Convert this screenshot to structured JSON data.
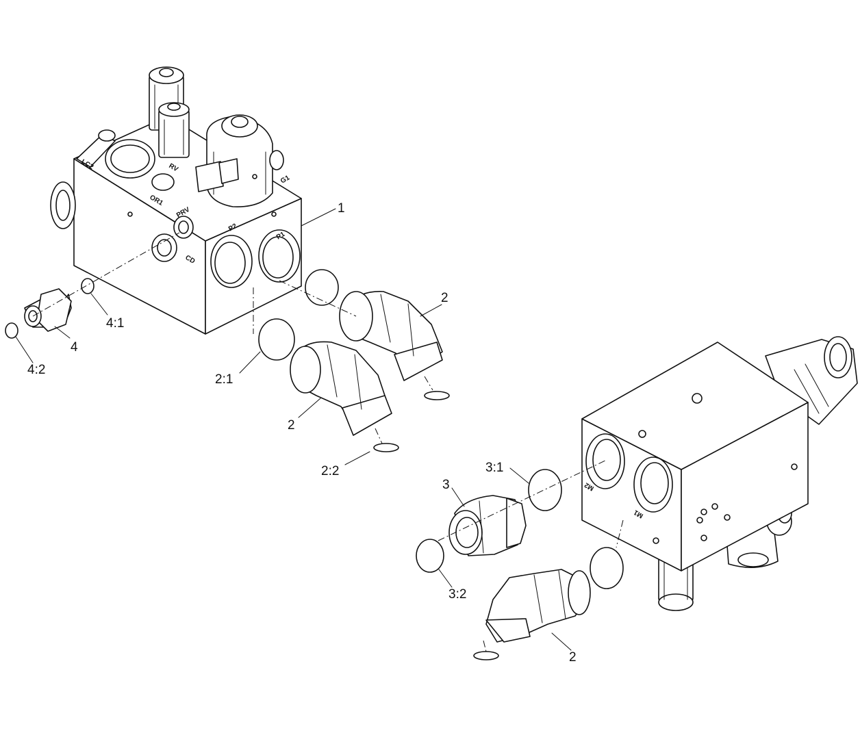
{
  "port_labels": {
    "lc2": "LC2",
    "rv": "RV",
    "or1": "OR1",
    "g1": "G1",
    "prv": "PRV",
    "cd": "CD",
    "p2": "P2",
    "p1": "P1",
    "m2": "M2",
    "m1": "M1"
  },
  "callouts": {
    "c1": "1",
    "c2_top": "2",
    "c2_mid": "2",
    "c2_bottom": "2",
    "c2_1": "2:1",
    "c2_2": "2:2",
    "c3": "3",
    "c3_1": "3:1",
    "c3_2": "3:2",
    "c4": "4",
    "c4_1": "4:1",
    "c4_2": "4:2"
  }
}
